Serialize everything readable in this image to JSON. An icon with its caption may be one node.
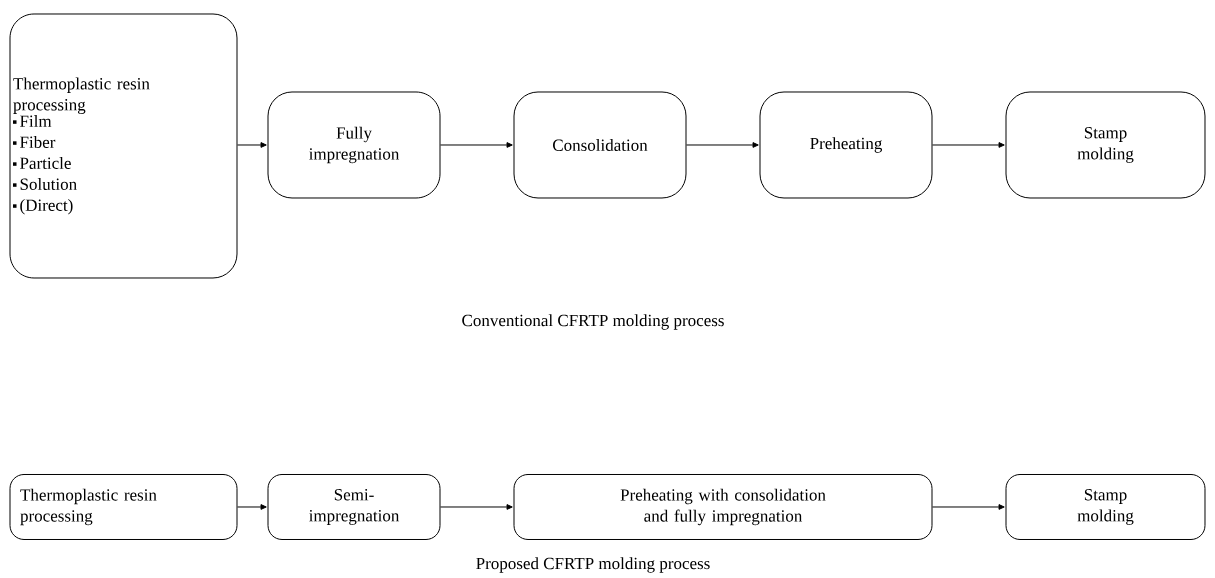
{
  "diagram": {
    "nodes": [
      {
        "text": [
          "Thermoplastic resin processing",
          "Film",
          "Fiber",
          "Particle",
          "Solution",
          "(Direct)"
        ]
      },
      {
        "text": [
          "Fully impregnation"
        ]
      },
      {
        "text": [
          "Consolidation"
        ]
      },
      {
        "text": [
          "Preheating"
        ]
      },
      {
        "text": [
          "Stamp molding"
        ]
      },
      {
        "text": [
          "Thermoplastic resin processing"
        ]
      },
      {
        "text": [
          "Semi-impregnation"
        ]
      },
      {
        "text": [
          "Preheating with consolidation and fully impregnation"
        ]
      },
      {
        "text": [
          "Stamp molding"
        ]
      }
    ],
    "edges": [
      {
        "from": 0,
        "to": 1,
        "arrow": "to"
      },
      {
        "from": 1,
        "to": 2,
        "arrow": "to"
      },
      {
        "from": 2,
        "to": 3,
        "arrow": "to"
      },
      {
        "from": 3,
        "to": 4,
        "arrow": "to"
      },
      {
        "from": 5,
        "to": 6,
        "arrow": "to"
      },
      {
        "from": 6,
        "to": 7,
        "arrow": "to"
      },
      {
        "from": 7,
        "to": 8,
        "arrow": "to"
      }
    ],
    "labels": [
      "Conventional CFRTP molding process",
      "Proposed CFRTP molding process"
    ]
  }
}
